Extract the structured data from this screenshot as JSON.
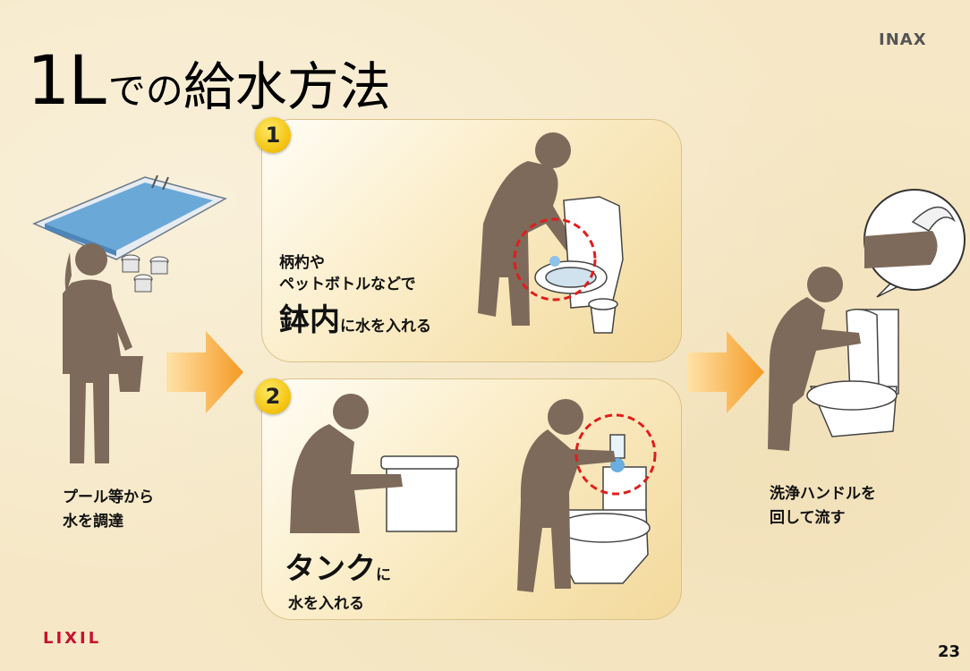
{
  "header": {
    "title_num": "1L",
    "title_connector": "での",
    "title_main": "給水方法",
    "brand_top": "INAX",
    "page_number": "23",
    "logo": "LIXIL"
  },
  "steps": [
    {
      "badge": "1",
      "line1": "柄杓や",
      "line2": "ペットボトルなどで",
      "emphasis": "鉢内",
      "rest": "に水を入れる"
    },
    {
      "badge": "2",
      "emphasis": "タンク",
      "suffix": "に",
      "line2": "水を入れる"
    }
  ],
  "left_caption": {
    "line1": "プール等から",
    "line2": "水を調達"
  },
  "right_caption": {
    "line1": "洗浄ハンドルを",
    "line2": "回して流す"
  },
  "colors": {
    "accent_yellow": "#f2c10b",
    "arrow_orange": "#f7a836",
    "red_dashed": "#e11d1d",
    "silhouette": "#7d6a5a",
    "logo_red": "#c8102e"
  }
}
